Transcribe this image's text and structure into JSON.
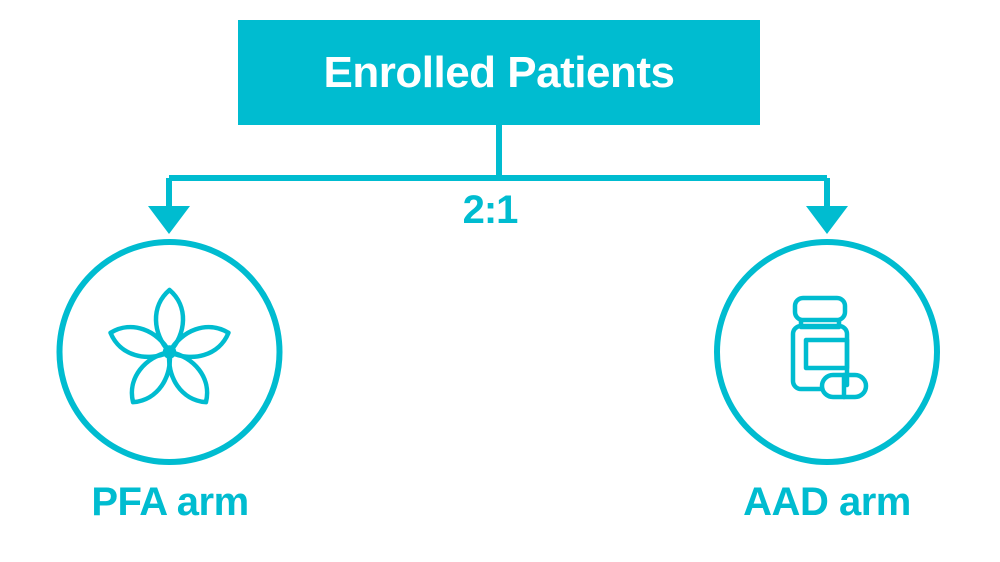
{
  "diagram": {
    "type": "flowchart",
    "title_node": {
      "label": "Enrolled Patients",
      "fill": "#00BCD0",
      "text_color": "#FFFFFF"
    },
    "split": {
      "ratio_label": "2:1",
      "color": "#00BCD0"
    },
    "branches": [
      {
        "id": "pfa",
        "label": "PFA arm",
        "icon": "flower-catheter-icon",
        "color": "#00BCD0"
      },
      {
        "id": "aad",
        "label": "AAD arm",
        "icon": "pill-bottle-icon",
        "color": "#00BCD0"
      }
    ],
    "palette": {
      "accent": "#00BCD0",
      "background": "#FFFFFF",
      "on_accent": "#FFFFFF"
    }
  }
}
